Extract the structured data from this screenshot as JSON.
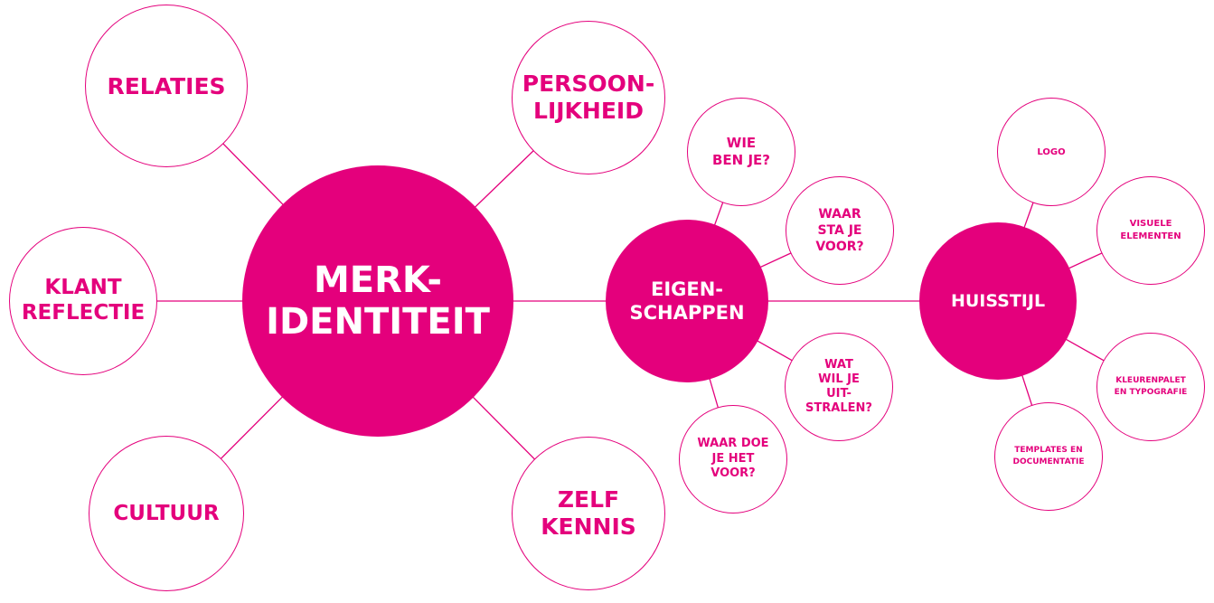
{
  "colors": {
    "accent": "#e4007c",
    "background": "#ffffff"
  },
  "nodes": {
    "merk_identiteit": "merk-\nidentiteit",
    "relaties": "relaties",
    "persoonlijkheid": "persoon-\nlijkheid",
    "klant_reflectie": "klant\nreflectie",
    "cultuur": "cultuur",
    "zelf_kennis": "zelf\nkennis",
    "eigenschappen": "eigen-\nschappen",
    "wie_ben_je": "wie\nben je?",
    "waar_sta_je_voor": "waar\nsta je\nvoor?",
    "wat_wil_je_uitstralen": "wat\nwil je\nuit-\nstralen?",
    "waar_doe_je_het_voor": "waar doe\nje het\nvoor?",
    "huisstijl": "huisstijl",
    "logo": "logo",
    "visuele_elementen": "visuele\nelementen",
    "kleurenpalet_typografie": "kleurenpalet\nen typografie",
    "templates_documentatie": "templates en\ndocumentatie"
  }
}
